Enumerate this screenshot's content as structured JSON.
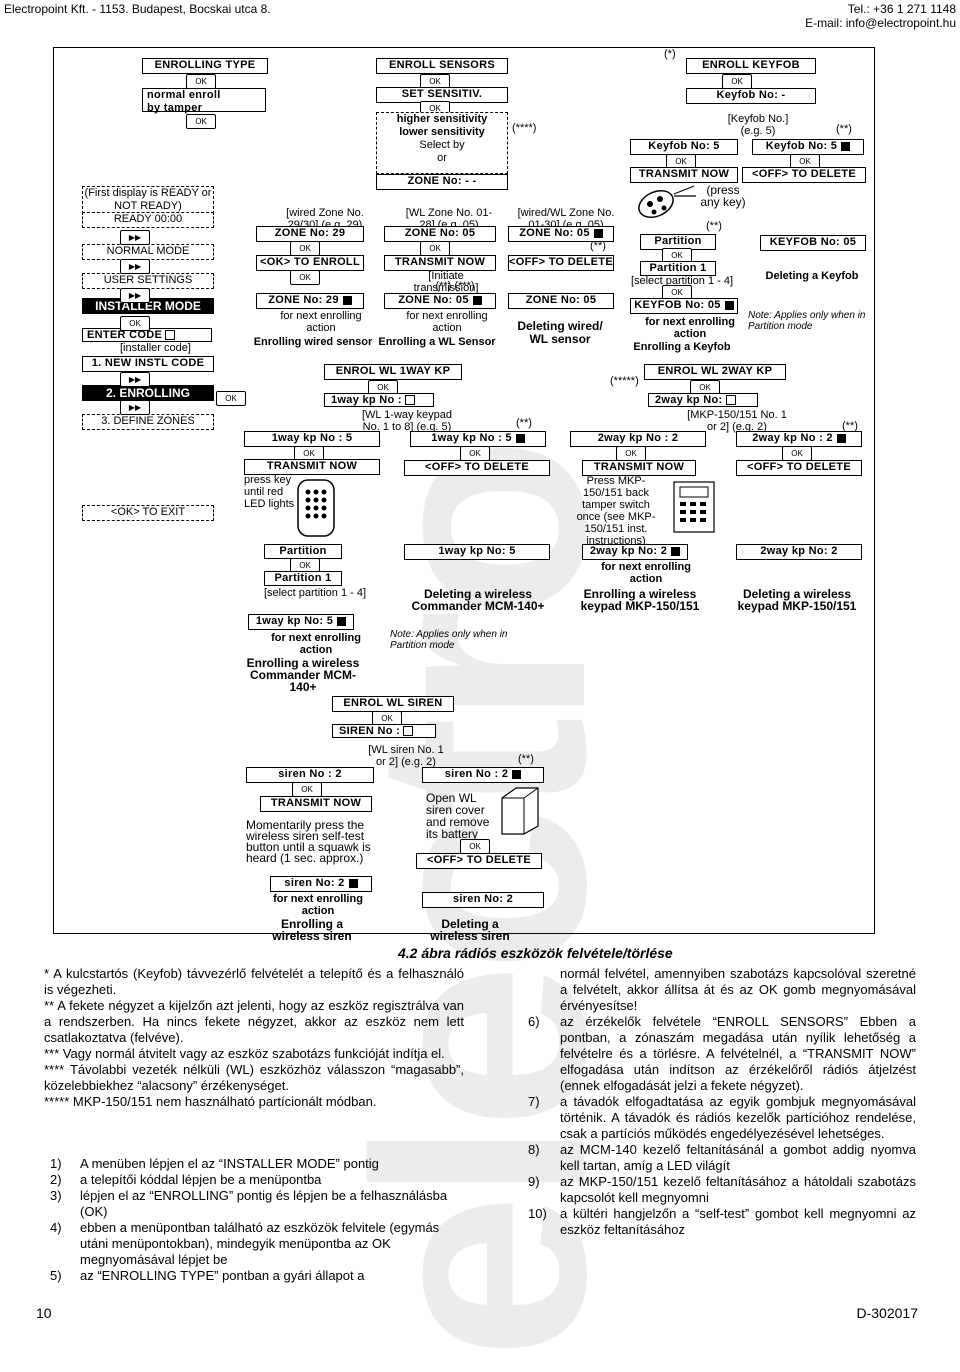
{
  "header": {
    "left": "Electropoint Kft. - 1153. Budapest, Bocskai utca 8.",
    "right_tel": "Tel.: +36 1 271 1148",
    "right_email": "E-mail: info@electropoint.hu"
  },
  "watermark": "electro",
  "diagram": {
    "menu": {
      "first_display": "(First display is READY or NOT READY)",
      "ready": "READY 00:00",
      "normal_mode": "NORMAL MODE",
      "user_settings": "USER SETTINGS",
      "installer_mode": "INSTALLER MODE",
      "enter_code": "ENTER CODE",
      "installer_code": "[installer code]",
      "new_instl_code": "1. NEW INSTL CODE",
      "enrolling": "2. ENROLLING",
      "define_zones": "3. DEFINE ZONES",
      "ok_exit": "<OK> TO EXIT"
    },
    "enrolling_type": {
      "title": "ENROLLING TYPE",
      "normal": "normal enroll",
      "tamper": "by tamper"
    },
    "enroll_sensors": {
      "title": "ENROLL SENSORS",
      "set_sensitiv": "SET SENSITIV.",
      "higher": "higher sensitivity",
      "lower": "lower sensitivity",
      "select_by": "Select by",
      "or": "or",
      "zone_no": "ZONE No: - -",
      "star4": "(****)",
      "col1_hint": "[wired Zone No. 29/30] (e.g. 29)",
      "col1_zone": "ZONE No: 29",
      "col1_ok": "<OK> TO ENROLL",
      "col1_zone2": "ZONE No: 29",
      "col1_next": "for next enrolling action",
      "col1_title": "Enrolling wired sensor",
      "col2_hint": "[WL Zone No. 01-28] (e.g. 05)",
      "col2_zone": "ZONE No: 05",
      "col2_tx": "TRANSMIT NOW",
      "col2_init": "[Initiate transmission]",
      "col2_stars": "(**) (***)",
      "col2_zone2": "ZONE No: 05",
      "col2_next": "for next enrolling action",
      "col2_title": "Enrolling a WL Sensor",
      "col3_hint": "[wired/WL Zone No. 01-30] (e.g. 05)",
      "col3_zone": "ZONE No: 05",
      "col3_star": "(**)",
      "col3_off": "<OFF> TO DELETE",
      "col3_zone2": "ZONE No: 05",
      "col3_title": "Deleting wired/ WL sensor"
    },
    "enroll_keyfob": {
      "star": "(*)",
      "title": "ENROLL KEYFOB",
      "keyfob_no": "Keyfob No: -",
      "hint": "[Keyfob No.] (e.g. 5)",
      "star2": "(**)",
      "kf5": "Keyfob No: 5",
      "kf5b": "Keyfob No: 5",
      "tx": "TRANSMIT NOW",
      "press": "(press any key)",
      "star3": "(**)",
      "off": "<OFF> TO DELETE",
      "kfno05": "KEYFOB No: 05",
      "partition": "Partition",
      "partition1": "Partition 1",
      "select_part": "[select partition 1 - 4]",
      "del_title": "Deleting a Keyfob",
      "kfno05b": "KEYFOB No: 05",
      "next": "for next enrolling action",
      "note": "Note: Applies only when in Partition mode",
      "en_title": "Enrolling a Keyfob"
    },
    "wl1way": {
      "title": "ENROL WL 1WAY KP",
      "kp_no": "1way kp No :",
      "hint": "[WL 1-way keypad No. 1 to 8] (e.g. 5)",
      "star": "(**)",
      "kp5a": "1way kp No : 5",
      "kp5b": "1way kp No : 5",
      "tx": "TRANSMIT NOW",
      "press": "press key until red LED lights",
      "off": "<OFF> TO DELETE",
      "partition": "Partition",
      "partition1": "Partition 1",
      "select_part": "[select partition 1 - 4]",
      "kp5c": "1way kp No: 5",
      "kp5d": "1way kp No: 5",
      "next": "for next enrolling action",
      "en_title": "Enrolling a wireless Commander MCM-140+",
      "del_title": "Deleting a wireless Commander MCM-140+",
      "note": "Note: Applies only when in Partition mode"
    },
    "wl2way": {
      "star5": "(*****)",
      "title": "ENROL WL 2WAY KP",
      "kp_no": "2way kp No:",
      "hint": "[MKP-150/151 No. 1 or 2] (e.g. 2)",
      "star": "(**)",
      "kp2a": "2way kp No : 2",
      "kp2b": "2way kp No : 2",
      "tx": "TRANSMIT NOW",
      "press": "Press MKP-150/151 back tamper switch once (see MKP-150/151 inst. instructions)",
      "off": "<OFF> TO DELETE",
      "kp2c": "2way kp No: 2",
      "kp2d": "2way kp No: 2",
      "next": "for next enrolling action",
      "en_title": "Enrolling a wireless keypad MKP-150/151",
      "del_title": "Deleting a wireless keypad MKP-150/151"
    },
    "siren": {
      "title": "ENROL WL SIREN",
      "siren_no": "SIREN No :",
      "hint": "[WL siren No. 1 or 2] (e.g. 2)",
      "star": "(**)",
      "s2a": "siren No : 2",
      "s2b": "siren No : 2",
      "tx": "TRANSMIT NOW",
      "momentary": "Momentarily press the wireless siren self-test button until a squawk is heard (1 sec. approx.)",
      "open": "Open WL siren cover and remove its battery",
      "off": "<OFF> TO DELETE",
      "s2c": "siren No: 2",
      "s2d": "siren No: 2",
      "next": "for next enrolling action",
      "en_title": "Enrolling a wireless siren",
      "del_title": "Deleting a wireless siren"
    },
    "icons": {
      "ok": "OK"
    }
  },
  "caption": "4.2 ábra rádiós eszközök felvétele/törlése",
  "notes": [
    "*  A kulcstartós (Keyfob) távvezérlő felvételét a telepítő és a felhasználó is végezheti.",
    "** A fekete négyzet a kijelzőn azt jelenti, hogy az eszköz regisztrálva van a rendszerben. Ha nincs fekete négyzet, akkor az eszköz nem lett csatlakoztatva (felvéve).",
    "***   Vagy normál átvitelt vagy az eszköz szabotázs funkcióját indítja el.",
    "****  Távolabbi vezeték nélküli (WL) eszközhöz válasszon “magasabb”, közelebbiekhez “alacsony” érzékenységet.",
    "*****  MKP-150/151 nem használható partícionált módban."
  ],
  "steps_left": [
    {
      "n": "1)",
      "text": "A menüben lépjen el az “INSTALLER MODE” pontig"
    },
    {
      "n": "2)",
      "text": "a telepítői kóddal lépjen be a menüpontba"
    },
    {
      "n": "3)",
      "text": "lépjen el az “ENROLLING” pontig és lépjen be a felhasználásba (OK)"
    },
    {
      "n": "4)",
      "text": "ebben a menüpontban található az eszközök felvitele (egymás utáni menüpontokban), mindegyik menüpontba az OK megnyomásával lépjet be"
    },
    {
      "n": "5)",
      "text": "az “ENROLLING TYPE” pontban a gyári állapot a"
    }
  ],
  "right_intro": "normál felvétel, amennyiben szabotázs kapcsolóval szeretné a felvételt, akkor állítsa át és az OK gomb megnyomásával érvényesítse!",
  "steps_right": [
    {
      "n": "6)",
      "text": "az érzékelők felvétele “ENROLL SENSORS” Ebben a pontban, a zónaszám megadása után nyílik lehetőség a felvételre és a törlésre. A felvételnél, a “TRANSMIT NOW” elfogadása után indítson az érzékelőről rádiós átjelzést (ennek elfogadását jelzi a fekete négyzet)."
    },
    {
      "n": "7)",
      "text": "a távadók elfogadtatása az egyik gombjuk megnyomásával történik. A távadók és rádiós kezelők partícióhoz rendelése, csak a partíciós működés engedélyezésével lehetséges."
    },
    {
      "n": "8)",
      "text": "az MCM-140 kezelő feltanításánál a gombot addig nyomva kell tartan, amíg a LED világít"
    },
    {
      "n": "9)",
      "text": "az MKP-150/151 kezelő feltanításához a hátoldali szabotázs kapcsolót kell megnyomni"
    },
    {
      "n": "10)",
      "text": "a kültéri hangjelzőn a “self-test” gombot kell megnyomni az eszköz feltanításához"
    }
  ],
  "footer": {
    "page": "10",
    "doc": "D-302017"
  }
}
